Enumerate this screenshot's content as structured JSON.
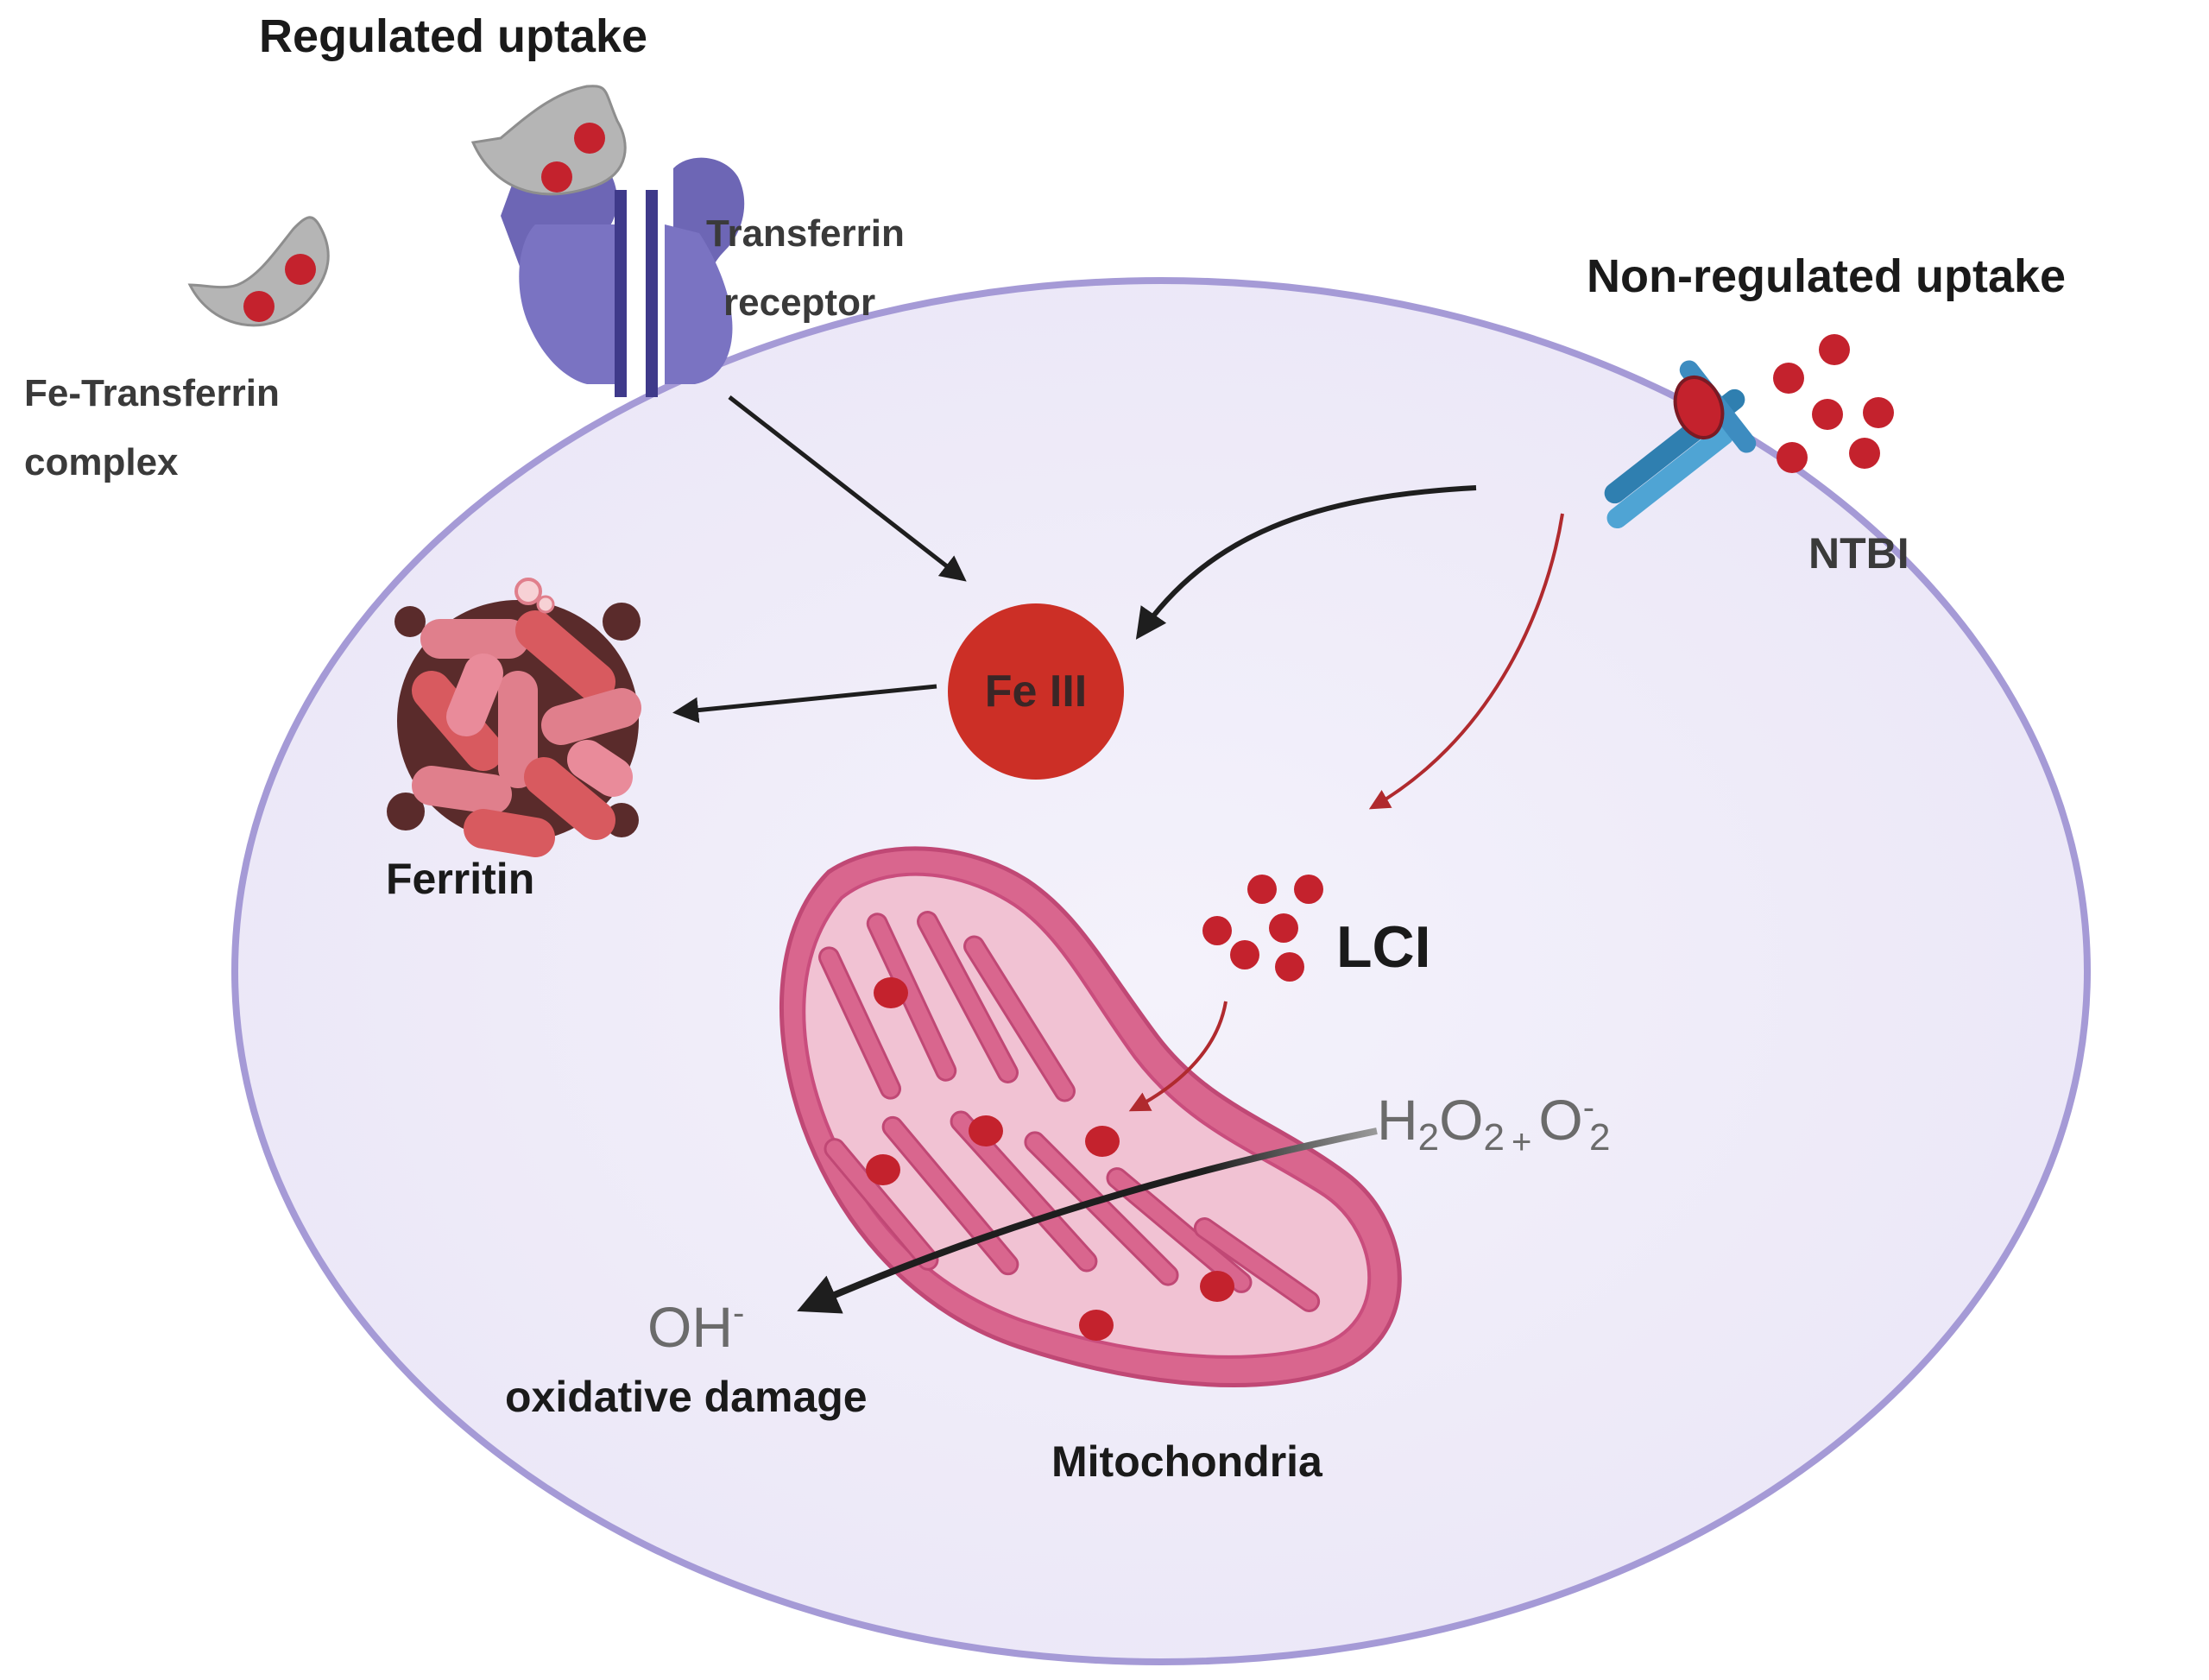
{
  "labels": {
    "regulated_uptake": "Regulated uptake",
    "non_regulated_uptake": "Non-regulated uptake",
    "transferrin_receptor_line1": "Transferrin",
    "transferrin_receptor_line2": "receptor",
    "fe_transferrin_line1": "Fe-Transferrin",
    "fe_transferrin_line2": "complex",
    "ntbi": "NTBI",
    "fe_iii": "Fe III",
    "ferritin": "Ferritin",
    "lci": "LCI",
    "mitochondria": "Mitochondria",
    "oxidative_damage": "oxidative damage",
    "h": "H",
    "sub_2a": "2",
    "o": "O",
    "sub_2b": "2",
    "plus": "+",
    "o2": "O",
    "sup_minus": "-",
    "sub_2c": "2",
    "oh": "OH",
    "sup_minus_oh": "-"
  },
  "colors": {
    "cell_fill": "#efecf8",
    "cell_membrane": "#a59ad6",
    "iron_red": "#c4222d",
    "fe_iii_fill": "#cc2f26",
    "transferrin_grey": "#b5b5b5",
    "receptor_purple": "#6d66b5",
    "transporter_blue": "#2f7fb0",
    "mito_outer": "#d9668e",
    "mito_inner": "#f1c2d3",
    "arrow_black": "#1e1e1e",
    "arrow_red": "#b02a2e"
  },
  "icons": {
    "transferrin": "transferrin-complex-icon",
    "receptor": "transferrin-receptor-icon",
    "transporter": "ntbi-transporter-icon",
    "ferritin": "ferritin-protein-icon",
    "mitochondrion": "mitochondrion-icon"
  }
}
